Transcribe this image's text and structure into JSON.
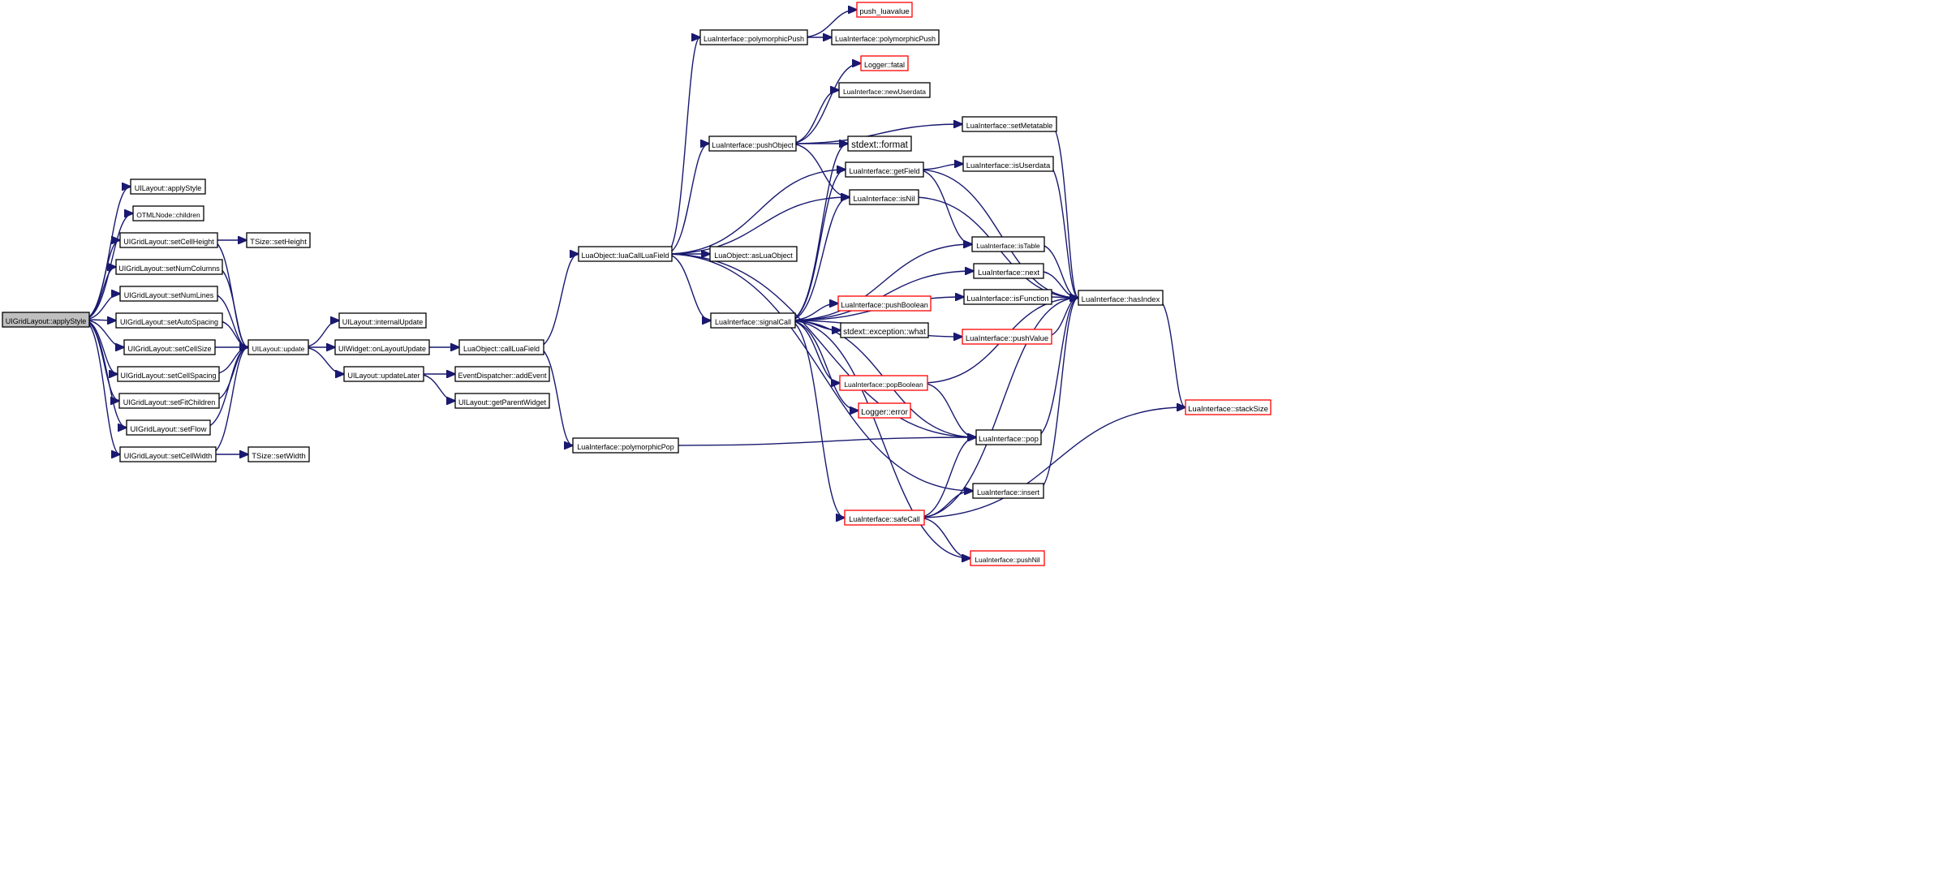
{
  "colors": {
    "edge": "#191970",
    "node_border": "#000000",
    "node_border_truncated": "#ff0000",
    "node_fill": "#ffffff",
    "root_fill": "#bfbfbf"
  },
  "nodes": [
    {
      "id": "root",
      "label": "UIGridLayout::applyStyle",
      "style": "root"
    },
    {
      "id": "ul_applyStyle",
      "label": "UILayout::applyStyle",
      "style": "normal"
    },
    {
      "id": "otml_children",
      "label": "OTMLNode::children",
      "style": "normal"
    },
    {
      "id": "setCellHeight",
      "label": "UIGridLayout::setCellHeight",
      "style": "normal"
    },
    {
      "id": "setNumColumns",
      "label": "UIGridLayout::setNumColumns",
      "style": "normal"
    },
    {
      "id": "setNumLines",
      "label": "UIGridLayout::setNumLines",
      "style": "normal"
    },
    {
      "id": "setAutoSpacing",
      "label": "UIGridLayout::setAutoSpacing",
      "style": "normal"
    },
    {
      "id": "setCellSize",
      "label": "UIGridLayout::setCellSize",
      "style": "normal"
    },
    {
      "id": "setCellSpacing",
      "label": "UIGridLayout::setCellSpacing",
      "style": "normal"
    },
    {
      "id": "setFitChildren",
      "label": "UIGridLayout::setFitChildren",
      "style": "normal"
    },
    {
      "id": "setFlow",
      "label": "UIGridLayout::setFlow",
      "style": "normal"
    },
    {
      "id": "setCellWidth",
      "label": "UIGridLayout::setCellWidth",
      "style": "normal"
    },
    {
      "id": "tsize_setHeight",
      "label": "TSize::setHeight",
      "style": "normal"
    },
    {
      "id": "tsize_setWidth",
      "label": "TSize::setWidth",
      "style": "normal"
    },
    {
      "id": "ul_update",
      "label": "UILayout::update",
      "style": "normal"
    },
    {
      "id": "ul_internalUpdate",
      "label": "UILayout::internalUpdate",
      "style": "normal"
    },
    {
      "id": "uw_onLayoutUpdate",
      "label": "UIWidget::onLayoutUpdate",
      "style": "normal"
    },
    {
      "id": "ul_updateLater",
      "label": "UILayout::updateLater",
      "style": "normal"
    },
    {
      "id": "ed_addEvent",
      "label": "EventDispatcher::addEvent",
      "style": "normal"
    },
    {
      "id": "ul_getParentWidget",
      "label": "UILayout::getParentWidget",
      "style": "normal"
    },
    {
      "id": "lo_callLuaField",
      "label": "LuaObject::callLuaField",
      "style": "normal"
    },
    {
      "id": "lo_luaCallLuaField",
      "label": "LuaObject::luaCallLuaField",
      "style": "normal"
    },
    {
      "id": "li_polymorphicPop",
      "label": "LuaInterface::polymorphicPop",
      "style": "normal"
    },
    {
      "id": "li_polymorphicPush1",
      "label": "LuaInterface::polymorphicPush",
      "style": "normal"
    },
    {
      "id": "li_polymorphicPush2",
      "label": "LuaInterface::polymorphicPush",
      "style": "normal"
    },
    {
      "id": "push_luavalue",
      "label": "push_luavalue",
      "style": "truncated"
    },
    {
      "id": "logger_fatal",
      "label": "Logger::fatal",
      "style": "truncated"
    },
    {
      "id": "li_newUserdata",
      "label": "LuaInterface::newUserdata",
      "style": "normal"
    },
    {
      "id": "li_pushObject",
      "label": "LuaInterface::pushObject",
      "style": "normal"
    },
    {
      "id": "li_setMetatable",
      "label": "LuaInterface::setMetatable",
      "style": "normal"
    },
    {
      "id": "stdext_format",
      "label": "stdext::format",
      "style": "normal"
    },
    {
      "id": "li_getField",
      "label": "LuaInterface::getField",
      "style": "normal"
    },
    {
      "id": "li_isUserdata",
      "label": "LuaInterface::isUserdata",
      "style": "normal"
    },
    {
      "id": "li_isNil",
      "label": "LuaInterface::isNil",
      "style": "normal"
    },
    {
      "id": "lo_asLuaObject",
      "label": "LuaObject::asLuaObject",
      "style": "normal"
    },
    {
      "id": "li_isTable",
      "label": "LuaInterface::isTable",
      "style": "normal"
    },
    {
      "id": "li_next",
      "label": "LuaInterface::next",
      "style": "normal"
    },
    {
      "id": "li_isFunction",
      "label": "LuaInterface::isFunction",
      "style": "normal"
    },
    {
      "id": "li_hasIndex",
      "label": "LuaInterface::hasIndex",
      "style": "normal"
    },
    {
      "id": "li_pushBoolean",
      "label": "LuaInterface::pushBoolean",
      "style": "truncated"
    },
    {
      "id": "li_signalCall",
      "label": "LuaInterface::signalCall",
      "style": "normal"
    },
    {
      "id": "stdext_exception_what",
      "label": "stdext::exception::what",
      "style": "normal"
    },
    {
      "id": "li_pushValue",
      "label": "LuaInterface::pushValue",
      "style": "truncated"
    },
    {
      "id": "li_popBoolean",
      "label": "LuaInterface::popBoolean",
      "style": "truncated"
    },
    {
      "id": "logger_error",
      "label": "Logger::error",
      "style": "truncated"
    },
    {
      "id": "li_stackSize",
      "label": "LuaInterface::stackSize",
      "style": "truncated"
    },
    {
      "id": "li_pop",
      "label": "LuaInterface::pop",
      "style": "normal"
    },
    {
      "id": "li_insert",
      "label": "LuaInterface::insert",
      "style": "normal"
    },
    {
      "id": "li_safeCall",
      "label": "LuaInterface::safeCall",
      "style": "truncated"
    },
    {
      "id": "li_pushNil",
      "label": "LuaInterface::pushNil",
      "style": "truncated"
    }
  ],
  "edges": [
    [
      "root",
      "ul_applyStyle"
    ],
    [
      "root",
      "otml_children"
    ],
    [
      "root",
      "setCellHeight"
    ],
    [
      "root",
      "setNumColumns"
    ],
    [
      "root",
      "setNumLines"
    ],
    [
      "root",
      "setAutoSpacing"
    ],
    [
      "root",
      "setCellSize"
    ],
    [
      "root",
      "setCellSpacing"
    ],
    [
      "root",
      "setFitChildren"
    ],
    [
      "root",
      "setFlow"
    ],
    [
      "root",
      "setCellWidth"
    ],
    [
      "setCellHeight",
      "tsize_setHeight"
    ],
    [
      "setCellWidth",
      "tsize_setWidth"
    ],
    [
      "setCellHeight",
      "ul_update"
    ],
    [
      "setNumColumns",
      "ul_update"
    ],
    [
      "setNumLines",
      "ul_update"
    ],
    [
      "setAutoSpacing",
      "ul_update"
    ],
    [
      "setCellSize",
      "ul_update"
    ],
    [
      "setCellSpacing",
      "ul_update"
    ],
    [
      "setFitChildren",
      "ul_update"
    ],
    [
      "setFlow",
      "ul_update"
    ],
    [
      "setCellWidth",
      "ul_update"
    ],
    [
      "ul_update",
      "ul_internalUpdate"
    ],
    [
      "ul_update",
      "uw_onLayoutUpdate"
    ],
    [
      "ul_update",
      "ul_updateLater"
    ],
    [
      "ul_updateLater",
      "ed_addEvent"
    ],
    [
      "ul_updateLater",
      "ul_getParentWidget"
    ],
    [
      "uw_onLayoutUpdate",
      "lo_callLuaField"
    ],
    [
      "lo_callLuaField",
      "lo_luaCallLuaField"
    ],
    [
      "lo_callLuaField",
      "li_polymorphicPop"
    ],
    [
      "lo_luaCallLuaField",
      "li_polymorphicPush1"
    ],
    [
      "lo_luaCallLuaField",
      "li_pushObject"
    ],
    [
      "lo_luaCallLuaField",
      "li_getField"
    ],
    [
      "lo_luaCallLuaField",
      "li_isNil"
    ],
    [
      "lo_luaCallLuaField",
      "lo_asLuaObject"
    ],
    [
      "lo_luaCallLuaField",
      "li_signalCall"
    ],
    [
      "lo_luaCallLuaField",
      "li_pop"
    ],
    [
      "lo_luaCallLuaField",
      "li_insert"
    ],
    [
      "li_polymorphicPush1",
      "push_luavalue"
    ],
    [
      "li_polymorphicPush1",
      "li_polymorphicPush2"
    ],
    [
      "li_pushObject",
      "logger_fatal"
    ],
    [
      "li_pushObject",
      "li_newUserdata"
    ],
    [
      "li_pushObject",
      "li_setMetatable"
    ],
    [
      "li_pushObject",
      "stdext_format"
    ],
    [
      "li_pushObject",
      "li_isNil"
    ],
    [
      "li_getField",
      "li_isUserdata"
    ],
    [
      "li_getField",
      "li_isTable"
    ],
    [
      "li_getField",
      "li_hasIndex"
    ],
    [
      "li_isUserdata",
      "li_hasIndex"
    ],
    [
      "li_setMetatable",
      "li_hasIndex"
    ],
    [
      "li_isNil",
      "li_hasIndex"
    ],
    [
      "li_isTable",
      "li_hasIndex"
    ],
    [
      "li_next",
      "li_hasIndex"
    ],
    [
      "li_isFunction",
      "li_hasIndex"
    ],
    [
      "li_pushValue",
      "li_hasIndex"
    ],
    [
      "li_popBoolean",
      "li_hasIndex"
    ],
    [
      "li_pop",
      "li_hasIndex"
    ],
    [
      "li_insert",
      "li_hasIndex"
    ],
    [
      "li_hasIndex",
      "li_stackSize"
    ],
    [
      "li_signalCall",
      "stdext_format"
    ],
    [
      "li_signalCall",
      "li_getField"
    ],
    [
      "li_signalCall",
      "li_isNil"
    ],
    [
      "li_signalCall",
      "li_isTable"
    ],
    [
      "li_signalCall",
      "li_next"
    ],
    [
      "li_signalCall",
      "li_isFunction"
    ],
    [
      "li_signalCall",
      "li_pushBoolean"
    ],
    [
      "li_signalCall",
      "stdext_exception_what"
    ],
    [
      "li_signalCall",
      "li_pushValue"
    ],
    [
      "li_signalCall",
      "li_popBoolean"
    ],
    [
      "li_signalCall",
      "logger_error"
    ],
    [
      "li_signalCall",
      "li_pop"
    ],
    [
      "li_signalCall",
      "li_safeCall"
    ],
    [
      "li_signalCall",
      "li_pushNil"
    ],
    [
      "li_polymorphicPop",
      "li_pop"
    ],
    [
      "li_popBoolean",
      "li_pop"
    ],
    [
      "li_safeCall",
      "li_pop"
    ],
    [
      "li_safeCall",
      "li_insert"
    ],
    [
      "li_safeCall",
      "li_stackSize"
    ],
    [
      "li_safeCall",
      "li_pushNil"
    ],
    [
      "li_safeCall",
      "li_hasIndex"
    ]
  ]
}
